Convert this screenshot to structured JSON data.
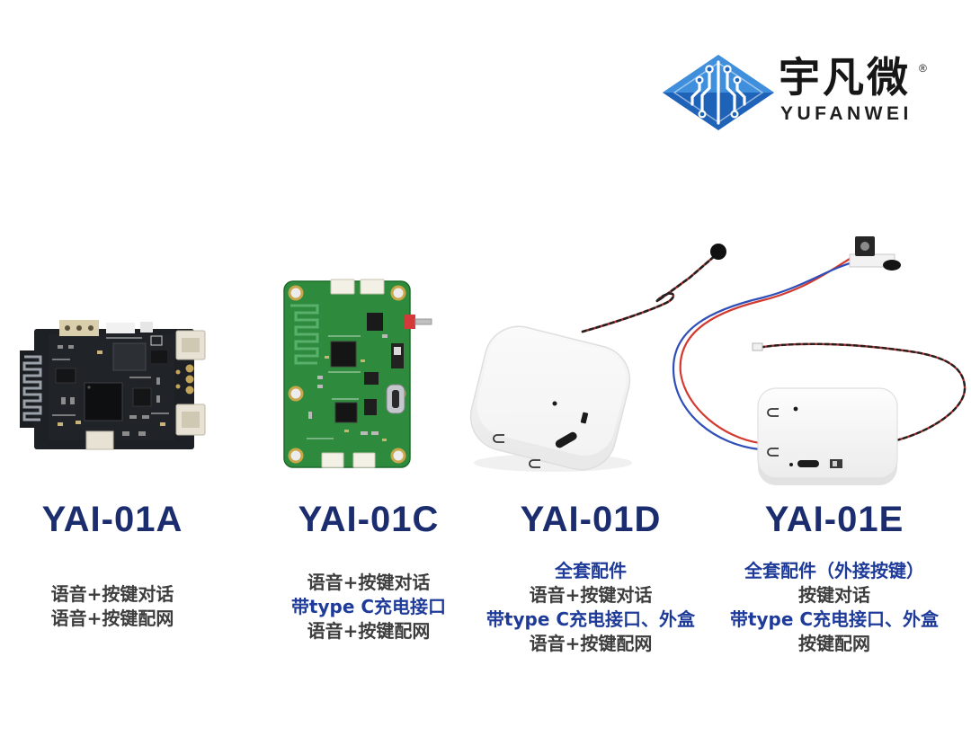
{
  "brand": {
    "name_cn": "宇凡微",
    "registered_mark": "®",
    "name_en": "YUFANWEI"
  },
  "colors": {
    "background": "#ffffff",
    "model_title": "#1b2d6f",
    "highlight": "#1f3b9a",
    "text": "#3d3d3d",
    "logo_blue": "#1e63b8",
    "logo_light_blue": "#3f8fdc"
  },
  "products": [
    {
      "model": "YAI-01A",
      "features": [
        {
          "text": "语音+按键对话",
          "highlight": false
        },
        {
          "text": "语音+按键配网",
          "highlight": false
        }
      ]
    },
    {
      "model": "YAI-01C",
      "features": [
        {
          "text": "语音+按键对话",
          "highlight": false
        },
        {
          "text": "带type C充电接口",
          "highlight": true
        },
        {
          "text": "语音+按键配网",
          "highlight": false
        }
      ]
    },
    {
      "model": "YAI-01D",
      "features": [
        {
          "text": "全套配件",
          "highlight": true
        },
        {
          "text": "语音+按键对话",
          "highlight": false
        },
        {
          "text": "带type C充电接口、外盒",
          "highlight": true
        },
        {
          "text": "语音+按键配网",
          "highlight": false
        }
      ]
    },
    {
      "model": "YAI-01E",
      "features": [
        {
          "text": "全套配件（外接按键）",
          "highlight": true
        },
        {
          "text": "按键对话",
          "highlight": false
        },
        {
          "text": "带type C充电接口、外盒",
          "highlight": true
        },
        {
          "text": "按键配网",
          "highlight": false
        }
      ]
    }
  ]
}
